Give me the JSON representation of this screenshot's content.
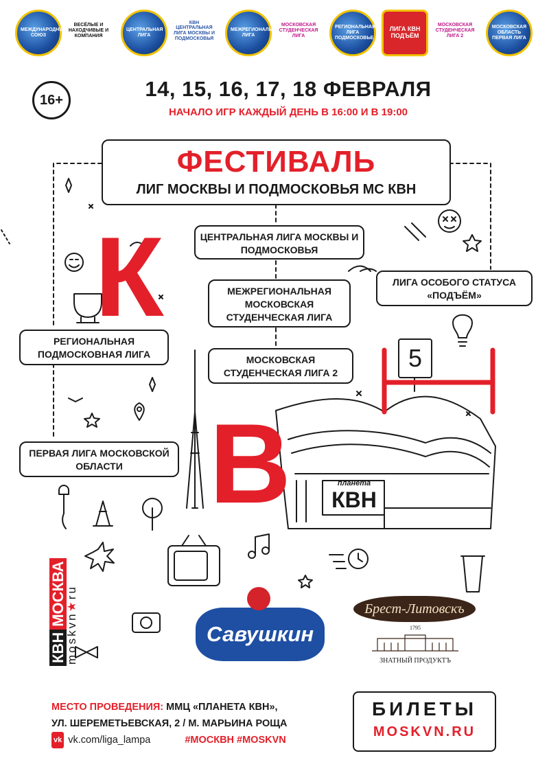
{
  "logos": [
    {
      "name": "mezhdunarodny-soyuz-logo",
      "text": "МЕЖДУНАРОДНЫЙ СОЮЗ",
      "style": "globe"
    },
    {
      "name": "vesyolye-i-nakhodchivye-logo",
      "text": "ВЕСЁЛЫЕ И НАХОДЧИВЫЕ И КОМПАНИЯ",
      "style": "plain"
    },
    {
      "name": "centralnaya-liga-globe-logo",
      "text": "ЦЕНТРАЛЬНАЯ ЛИГА",
      "style": "globe"
    },
    {
      "name": "kvn-centralnaya-liga-logo",
      "text": "КВН ЦЕНТРАЛЬНАЯ ЛИГА МОСКВЫ И ПОДМОСКОВЬЯ",
      "style": "plain"
    },
    {
      "name": "mezhregionalnaya-liga-logo",
      "text": "МЕЖРЕГИОНАЛЬНАЯ ЛИГА",
      "style": "globe"
    },
    {
      "name": "moskovskaya-studencheskaya-liga-logo",
      "text": "МОСКОВСКАЯ СТУДЕНЧЕСКАЯ ЛИГА",
      "style": "plain"
    },
    {
      "name": "regionalnaya-liga-logo",
      "text": "РЕГИОНАЛЬНАЯ ЛИГА ПОДМОСКОВЬЕ",
      "style": "globe"
    },
    {
      "name": "liga-kvn-podyom-logo",
      "text": "ЛИГА КВН ПОДЪЁМ",
      "style": "podyom"
    },
    {
      "name": "moskovskaya-studencheskaya-liga-2-logo",
      "text": "МОСКОВСКАЯ СТУДЕНЧЕСКАЯ ЛИГА 2",
      "style": "plain"
    },
    {
      "name": "moskovskaya-oblast-pervaya-liga-logo",
      "text": "МОСКОВСКАЯ ОБЛАСТЬ ПЕРВАЯ ЛИГА",
      "style": "globe"
    }
  ],
  "age_rating": "16+",
  "dates": "14, 15, 16, 17, 18 ФЕВРАЛЯ",
  "start_time": "НАЧАЛО ИГР КАЖДЫЙ ДЕНЬ В 16:00 И В 19:00",
  "festival": {
    "title": "ФЕСТИВАЛЬ",
    "subtitle": "ЛИГ МОСКВЫ И ПОДМОСКОВЬЯ МС КВН"
  },
  "leagues": {
    "central": "ЦЕНТРАЛЬНАЯ ЛИГА МОСКВЫ И ПОДМОСКОВЬЯ",
    "interregional": "МЕЖРЕГИОНАЛЬНАЯ МОСКОВСКАЯ СТУДЕНЧЕСКАЯ ЛИГА",
    "student2": "МОСКОВСКАЯ СТУДЕНЧЕСКАЯ ЛИГА 2",
    "special": "ЛИГА ОСОБОГО СТАТУСА «ПОДЪЁМ»",
    "regional": "РЕГИОНАЛЬНАЯ ПОДМОСКОВНАЯ ЛИГА",
    "first": "ПЕРВАЯ ЛИГА МОСКОВСКОЙ ОБЛАСТИ"
  },
  "letters": {
    "k": "К",
    "v": "В",
    "n": "Н"
  },
  "score_card": "5",
  "venue_building": {
    "top": "планета",
    "bottom": "КВН"
  },
  "side_brand": {
    "kvn": "КВН",
    "moskva": "МОСКВА",
    "site": "moskvn",
    "tld": "ru"
  },
  "sponsors": {
    "savushkin": "Савушкин",
    "brest": "Брест-Литовскъ",
    "brest_year": "1795",
    "brest_tagline": "ЗНАТНЫЙ ПРОДУКТЪ"
  },
  "venue": {
    "label": "МЕСТО ПРОВЕДЕНИЯ:",
    "name": "ММЦ «ПЛАНЕТА КВН»,",
    "address": "УЛ. ШЕРЕМЕТЬЕВСКАЯ, 2 / М. МАРЬИНА РОЩА",
    "vk": "vk.com/liga_lampa",
    "hashtags": "#МОСКВН #MOSKVN"
  },
  "tickets": {
    "label": "БИЛЕТЫ",
    "site": "MOSKVN.RU"
  },
  "colors": {
    "accent": "#e3202a",
    "ink": "#1a1a1a",
    "savushkin_blue": "#1e4fa3"
  }
}
